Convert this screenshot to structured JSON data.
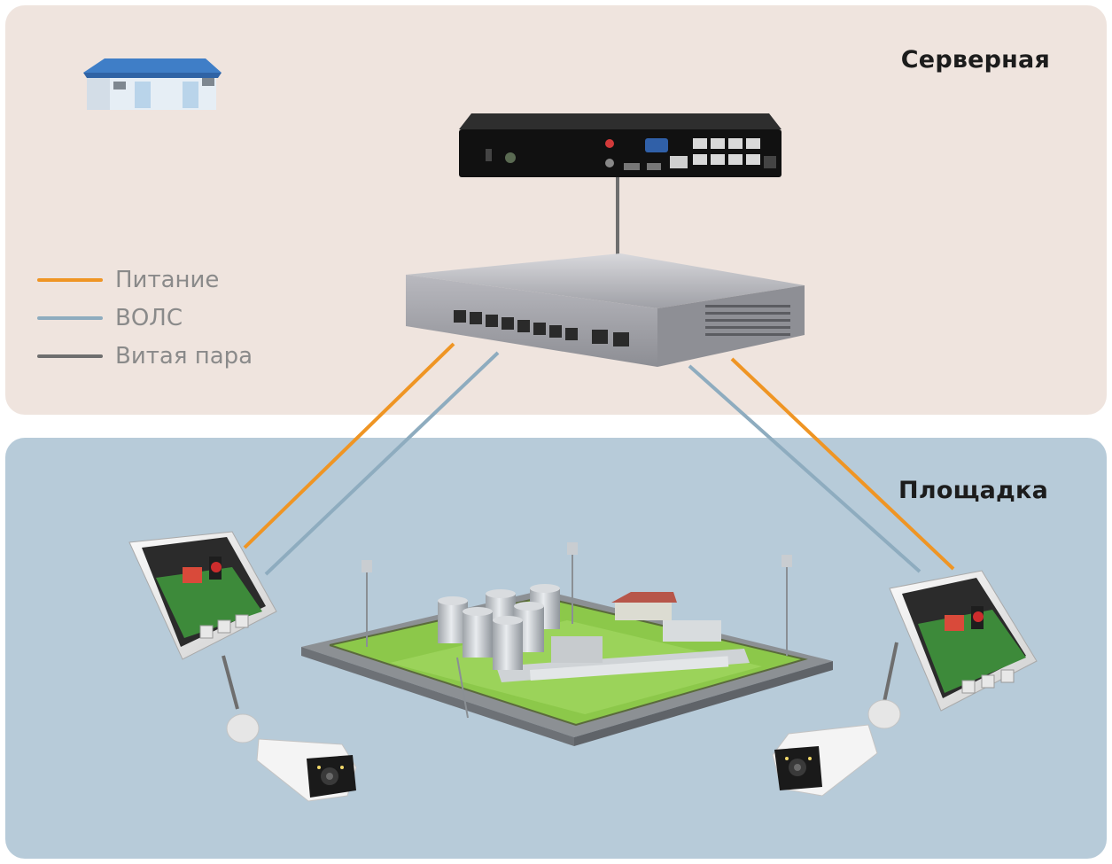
{
  "zones": {
    "server": {
      "title": "Серверная",
      "color": "#efe4de"
    },
    "site": {
      "title": "Площадка",
      "color": "#b7cbd9"
    }
  },
  "legend": [
    {
      "label": "Питание",
      "color": "#ef9524"
    },
    {
      "label": "ВОЛС",
      "color": "#8eacbf"
    },
    {
      "label": "Витая пара",
      "color": "#6e6e6e"
    }
  ],
  "colors": {
    "power": "#ef9524",
    "fiber": "#8eacbf",
    "twisted_pair": "#6e6e6e"
  },
  "devices": {
    "building": "building-icon",
    "nvr": "nvr-recorder",
    "switch": "poe-switch",
    "left_box": "left-field-box",
    "right_box": "right-field-box",
    "left_camera": "left-camera",
    "right_camera": "right-camera",
    "facility": "industrial-facility"
  }
}
